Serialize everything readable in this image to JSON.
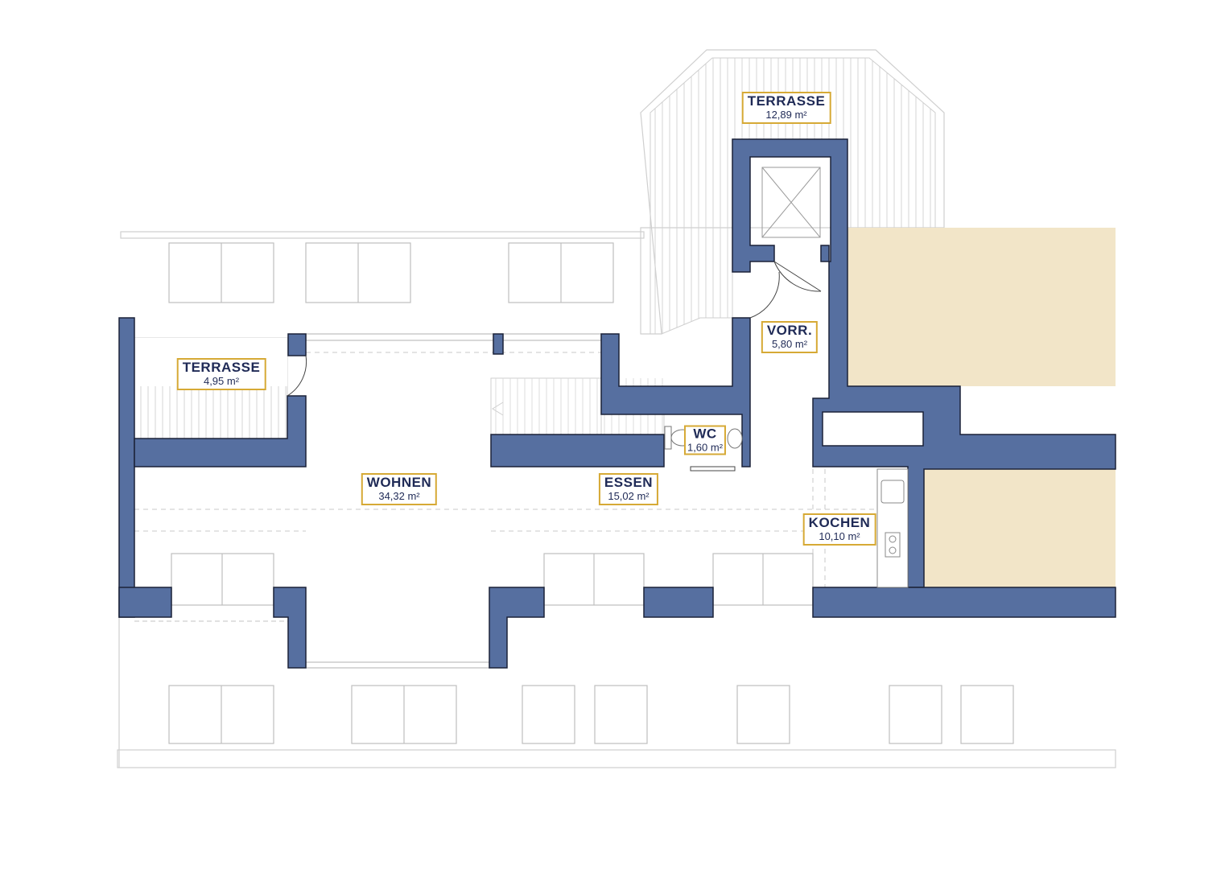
{
  "colors": {
    "wall": "#566fa0",
    "wall_stroke": "#1b2238",
    "label_border": "#d6a935",
    "label_text": "#1f2a56",
    "other_unit": "#f2e5c8",
    "line": "#c8c8c8"
  },
  "rooms": [
    {
      "name": "TERRASSE",
      "area": "12,89 m²"
    },
    {
      "name": "TERRASSE",
      "area": "4,95 m²"
    },
    {
      "name": "VORR.",
      "area": "5,80 m²"
    },
    {
      "name": "WC",
      "area": "1,60 m²"
    },
    {
      "name": "WOHNEN",
      "area": "34,32 m²"
    },
    {
      "name": "ESSEN",
      "area": "15,02 m²"
    },
    {
      "name": "KOCHEN",
      "area": "10,10 m²"
    }
  ]
}
